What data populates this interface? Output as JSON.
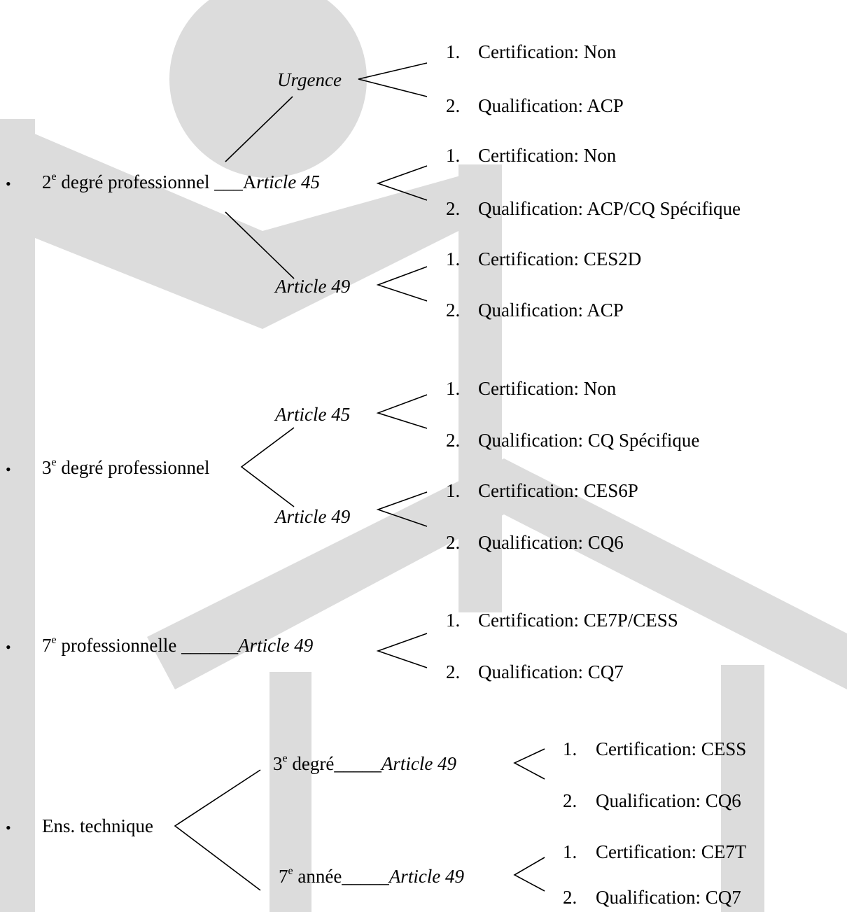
{
  "groups": [
    {
      "label_sup": "e",
      "label_prefix": "2",
      "label_text": " degré professionnel",
      "connector": " ___A",
      "branches": [
        {
          "article": "Urgence",
          "items": [
            {
              "num": "1.",
              "text": "Certification: Non"
            },
            {
              "num": "2.",
              "text": "Qualification: ACP"
            }
          ]
        },
        {
          "article": "rticle 45",
          "items": [
            {
              "num": "1.",
              "text": "Certification: Non"
            },
            {
              "num": "2.",
              "text": "Qualification: ACP/CQ Spécifique"
            }
          ]
        },
        {
          "article": "Article 49",
          "items": [
            {
              "num": "1.",
              "text": "Certification: CES2D"
            },
            {
              "num": "2.",
              "text": "Qualification: ACP"
            }
          ]
        }
      ]
    },
    {
      "label_sup": "e",
      "label_prefix": "3",
      "label_text": " degré professionnel",
      "branches": [
        {
          "article": "Article 45",
          "items": [
            {
              "num": "1.",
              "text": "Certification: Non"
            },
            {
              "num": "2.",
              "text": "Qualification: CQ Spécifique"
            }
          ]
        },
        {
          "article": "Article 49",
          "items": [
            {
              "num": "1.",
              "text": "Certification: CES6P"
            },
            {
              "num": "2.",
              "text": "Qualification: CQ6"
            }
          ]
        }
      ]
    },
    {
      "label_sup": "e",
      "label_prefix": "7",
      "label_text": " professionnelle ______",
      "branches": [
        {
          "article": "Article 49",
          "items": [
            {
              "num": "1.",
              "text": "Certification: CE7P/CESS"
            },
            {
              "num": "2.",
              "text": "Qualification: CQ7"
            }
          ]
        }
      ]
    },
    {
      "label_text": "Ens. technique",
      "branches": [
        {
          "sub_prefix": "3",
          "sub_sup": "e",
          "sub_text": " degré_____",
          "article": "Article 49",
          "items": [
            {
              "num": "1.",
              "text": "Certification: CESS"
            },
            {
              "num": "2.",
              "text": "Qualification: CQ6"
            }
          ]
        },
        {
          "sub_prefix": "7",
          "sub_sup": "e",
          "sub_text": " année_____",
          "article": "Article 49",
          "items": [
            {
              "num": "1.",
              "text": "Certification: CE7T"
            },
            {
              "num": "2.",
              "text": "Qualification: CQ7"
            }
          ]
        }
      ]
    }
  ],
  "bullet": "•",
  "watermark_color": "#dcdcdc"
}
